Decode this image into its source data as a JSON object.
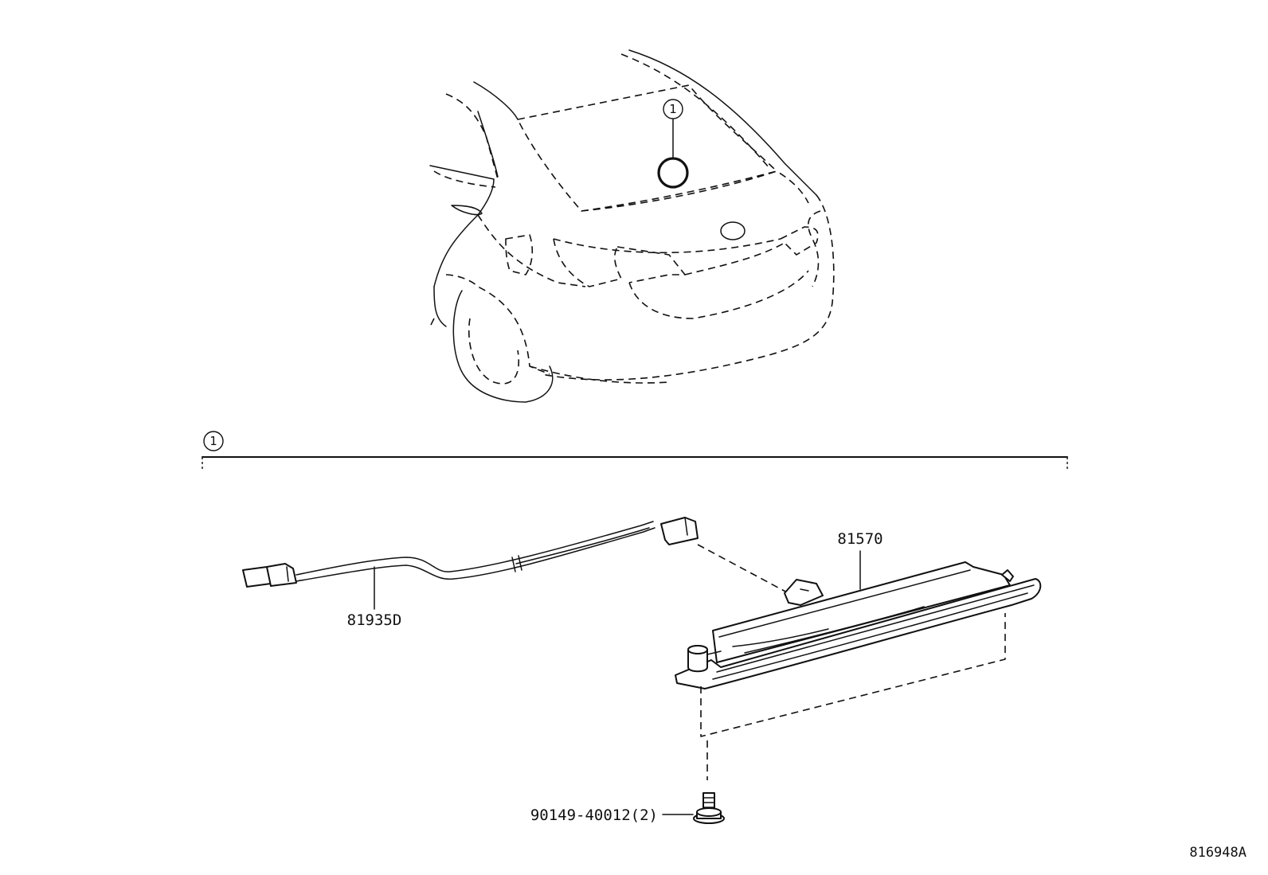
{
  "callout_number": "1",
  "parts": {
    "wire_harness": "81935D",
    "stop_lamp": "81570",
    "screw": "90149-40012(2)"
  },
  "diagram_ref": "816948A"
}
